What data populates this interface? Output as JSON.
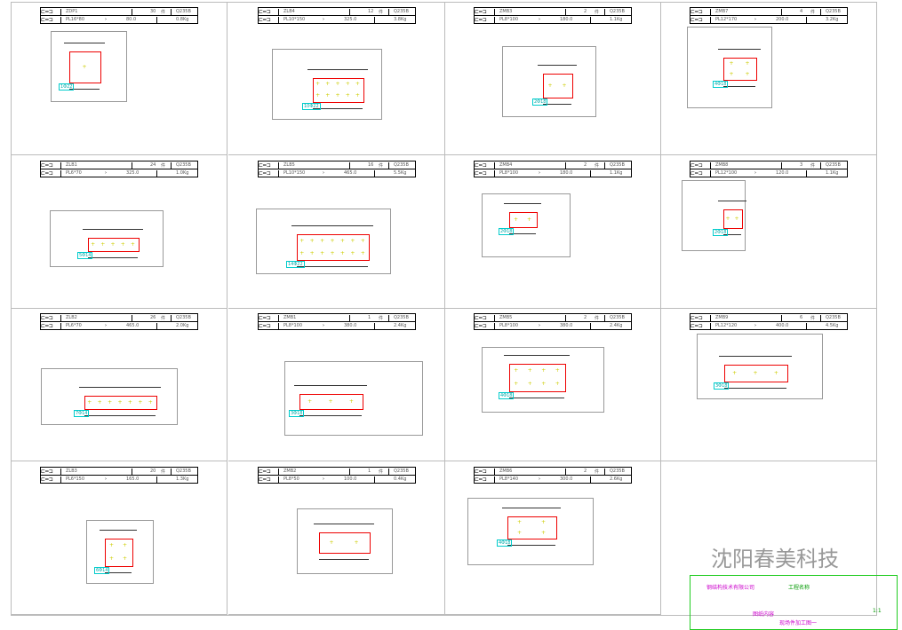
{
  "panels": [
    {
      "mark": "ZDP1",
      "qty": "30",
      "unit": "件",
      "material": "Q235B",
      "spec": "PL16*80",
      "length": "80.0",
      "weight": "0.8Kg",
      "tag": "1Φ22"
    },
    {
      "mark": "ZLB4",
      "qty": "12",
      "unit": "件",
      "material": "Q235B",
      "spec": "PL10*150",
      "length": "325.0",
      "weight": "3.8Kg",
      "tag": "10Φ22"
    },
    {
      "mark": "ZMB3",
      "qty": "2",
      "unit": "件",
      "material": "Q235B",
      "spec": "PL8*100",
      "length": "180.0",
      "weight": "1.1Kg",
      "tag": "2Φ18"
    },
    {
      "mark": "ZMB7",
      "qty": "4",
      "unit": "件",
      "material": "Q235B",
      "spec": "PL12*170",
      "length": "200.0",
      "weight": "3.2Kg",
      "tag": "4Φ18"
    },
    {
      "mark": "ZLB1",
      "qty": "24",
      "unit": "件",
      "material": "Q235B",
      "spec": "PL6*70",
      "length": "325.0",
      "weight": "1.0Kg",
      "tag": "5Φ14"
    },
    {
      "mark": "ZLB5",
      "qty": "16",
      "unit": "件",
      "material": "Q235B",
      "spec": "PL10*150",
      "length": "465.0",
      "weight": "5.5Kg",
      "tag": "14Φ22"
    },
    {
      "mark": "ZMB4",
      "qty": "2",
      "unit": "件",
      "material": "Q235B",
      "spec": "PL8*100",
      "length": "180.0",
      "weight": "1.1Kg",
      "tag": "2Φ18"
    },
    {
      "mark": "ZMB8",
      "qty": "3",
      "unit": "件",
      "material": "Q235B",
      "spec": "PL12*100",
      "length": "120.0",
      "weight": "1.1Kg",
      "tag": "2Φ18"
    },
    {
      "mark": "ZLB2",
      "qty": "26",
      "unit": "件",
      "material": "Q235B",
      "spec": "PL6*70",
      "length": "465.0",
      "weight": "2.0Kg",
      "tag": "7Φ14"
    },
    {
      "mark": "ZMB1",
      "qty": "1",
      "unit": "件",
      "material": "Q235B",
      "spec": "PL8*100",
      "length": "380.0",
      "weight": "2.4Kg",
      "tag": "3Φ18"
    },
    {
      "mark": "ZMB5",
      "qty": "2",
      "unit": "件",
      "material": "Q235B",
      "spec": "PL8*100",
      "length": "380.0",
      "weight": "2.4Kg",
      "tag": "4Φ18"
    },
    {
      "mark": "ZMB9",
      "qty": "6",
      "unit": "件",
      "material": "Q235B",
      "spec": "PL12*120",
      "length": "400.0",
      "weight": "4.5Kg",
      "tag": "3Φ18"
    },
    {
      "mark": "ZLB3",
      "qty": "20",
      "unit": "件",
      "material": "Q235B",
      "spec": "PL6*150",
      "length": "165.0",
      "weight": "1.3Kg",
      "tag": "6Φ14"
    },
    {
      "mark": "ZMB2",
      "qty": "1",
      "unit": "件",
      "material": "Q235B",
      "spec": "PL8*50",
      "length": "100.0",
      "weight": "0.4Kg",
      "tag": ""
    },
    {
      "mark": "ZMB6",
      "qty": "2",
      "unit": "件",
      "material": "Q235B",
      "spec": "PL8*140",
      "length": "300.0",
      "weight": "2.6Kg",
      "tag": "4Φ18"
    }
  ],
  "title_block": {
    "company": "钢结构技术有限公司",
    "project": "工程名称",
    "drawing": "现场件加工图一",
    "content": "图纸内容",
    "scale": "1:1"
  },
  "watermark": "沈阳春美科技"
}
